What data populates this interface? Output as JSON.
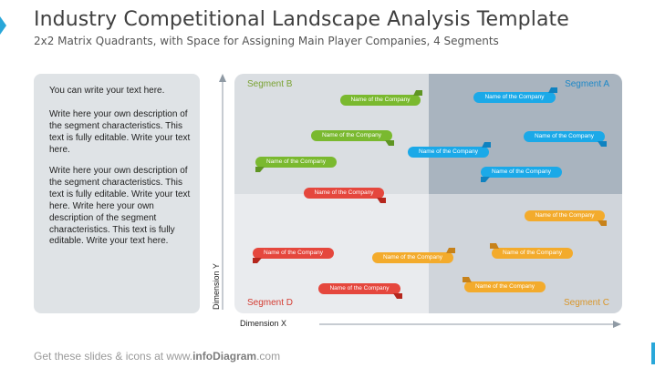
{
  "header": {
    "title": "Industry Competitional Landscape Analysis Template",
    "subtitle": "2x2 Matrix Quadrants, with Space for Assigning Main Player Companies, 4 Segments"
  },
  "text_panel": {
    "paragraphs": [
      "You can write your text here.",
      "Write here your own description of the segment characteristics. This text is fully editable. Write your text here.",
      "Write here your own description of the segment characteristics. This text is fully editable. Write your text here. Write here your own description of the segment characteristics. This text is fully editable. Write your text here."
    ]
  },
  "matrix": {
    "segments": {
      "a": "Segment A",
      "b": "Segment B",
      "c": "Segment C",
      "d": "Segment D"
    },
    "companies": [
      {
        "label": "Name of the Company",
        "color": "green",
        "flag": "tr"
      },
      {
        "label": "Name of the Company",
        "color": "blue",
        "flag": "tr"
      },
      {
        "label": "Name of the Company",
        "color": "green",
        "flag": "br"
      },
      {
        "label": "Name of the Company",
        "color": "blue",
        "flag": "br"
      },
      {
        "label": "Name of the Company",
        "color": "blue",
        "flag": "tr"
      },
      {
        "label": "Name of the Company",
        "color": "green",
        "flag": "bl"
      },
      {
        "label": "Name of the Company",
        "color": "blue",
        "flag": "bl"
      },
      {
        "label": "Name of the Company",
        "color": "red",
        "flag": "br"
      },
      {
        "label": "Name of the Company",
        "color": "orange",
        "flag": "br"
      },
      {
        "label": "Name of the Company",
        "color": "red",
        "flag": "bl"
      },
      {
        "label": "Name of the Company",
        "color": "orange",
        "flag": "tr"
      },
      {
        "label": "Name of the Company",
        "color": "orange",
        "flag": "tl"
      },
      {
        "label": "Name of the Company",
        "color": "red",
        "flag": "br"
      },
      {
        "label": "Name of the Company",
        "color": "orange",
        "flag": "tl"
      }
    ]
  },
  "axes": {
    "y_label": "Dimension Y",
    "x_label": "Dimension X"
  },
  "footer": {
    "prefix": "Get these slides & icons at www.",
    "brand": "infoDiagram",
    "suffix": ".com"
  },
  "colors": {
    "accent": "#29a7d9",
    "green": "#7ab92f",
    "blue": "#1ba9e8",
    "red": "#e5473d",
    "orange": "#f3ab2c"
  }
}
